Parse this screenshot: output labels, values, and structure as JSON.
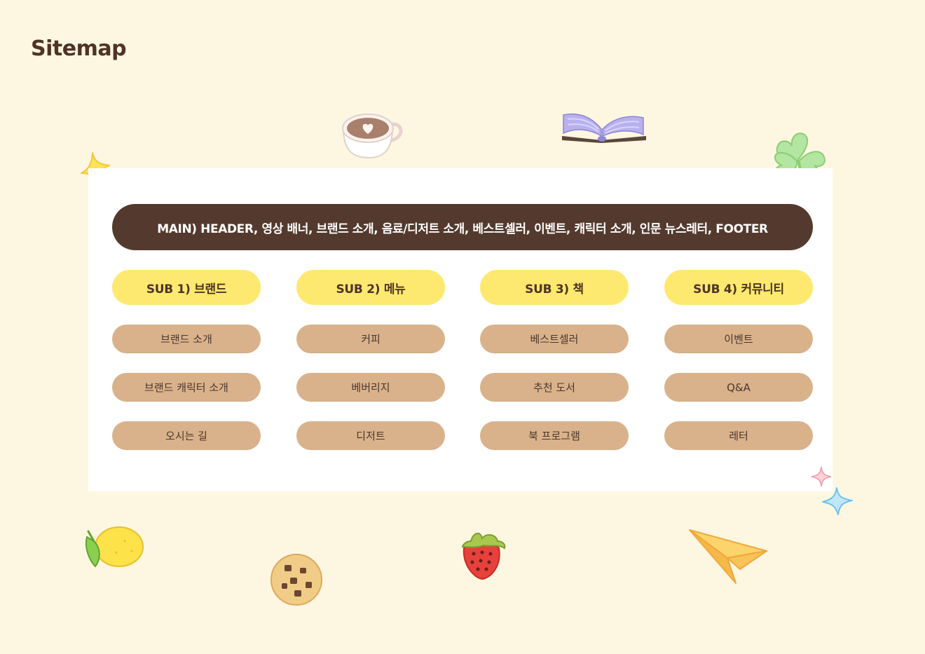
{
  "page": {
    "title": "Sitemap"
  },
  "main": {
    "label": "MAIN) HEADER, 영상 배너, 브랜드 소개, 음료/디저트 소개, 베스트셀러, 이벤트, 캐릭터 소개, 인문 뉴스레터, FOOTER"
  },
  "subs": [
    {
      "title": "SUB 1) 브랜드",
      "items": [
        "브랜드 소개",
        "브랜드 캐릭터 소개",
        "오시는 길"
      ]
    },
    {
      "title": "SUB 2) 메뉴",
      "items": [
        "커피",
        "베버리지",
        "디저트"
      ]
    },
    {
      "title": "SUB 3) 책",
      "items": [
        "베스트셀러",
        "추천 도서",
        "북 프로그램"
      ]
    },
    {
      "title": "SUB 4) 커뮤니티",
      "items": [
        "이벤트",
        "Q&A",
        "레터"
      ]
    }
  ],
  "colors": {
    "background": "#fdf7e1",
    "panel": "#ffffff",
    "main_bar": "#543a2e",
    "sub_header": "#fde96f",
    "item_pill": "#d9b28b",
    "title_text": "#4f3325"
  },
  "decorations": [
    "coffee-cup-icon",
    "open-book-icon",
    "clover-icon",
    "yellow-sparkle-icon",
    "pink-sparkle-icon",
    "blue-sparkle-icon",
    "lemon-icon",
    "cookie-icon",
    "strawberry-icon",
    "paper-plane-icon"
  ]
}
